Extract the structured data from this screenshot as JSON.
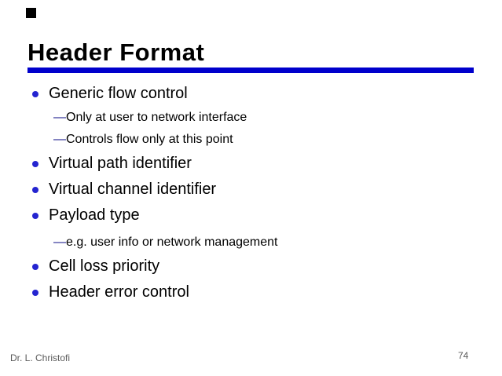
{
  "slide": {
    "title": "Header Format",
    "bullets": [
      {
        "level": 1,
        "text": "Generic flow control"
      },
      {
        "level": 2,
        "text": "Only at user to network interface"
      },
      {
        "level": 2,
        "text": "Controls flow only at this point"
      },
      {
        "level": 1,
        "text": "Virtual path identifier"
      },
      {
        "level": 1,
        "text": "Virtual channel identifier"
      },
      {
        "level": 1,
        "text": "Payload type"
      },
      {
        "level": 2,
        "text": "e.g. user info or network management"
      },
      {
        "level": 1,
        "text": "Cell loss priority"
      },
      {
        "level": 1,
        "text": "Header error control"
      }
    ],
    "glyphs": {
      "dash": "—"
    },
    "footer": {
      "author": "Dr. L. Christofi",
      "page_number": "74"
    },
    "colors": {
      "background": "#FFFFFF",
      "title": "#000000",
      "text": "#000000",
      "rule_blue": "#0000CC",
      "bullet_blue": "#2424D0",
      "dash_navy": "#1C1C8F",
      "footer_gray": "#5A5A5A",
      "marker": "#000000"
    }
  }
}
